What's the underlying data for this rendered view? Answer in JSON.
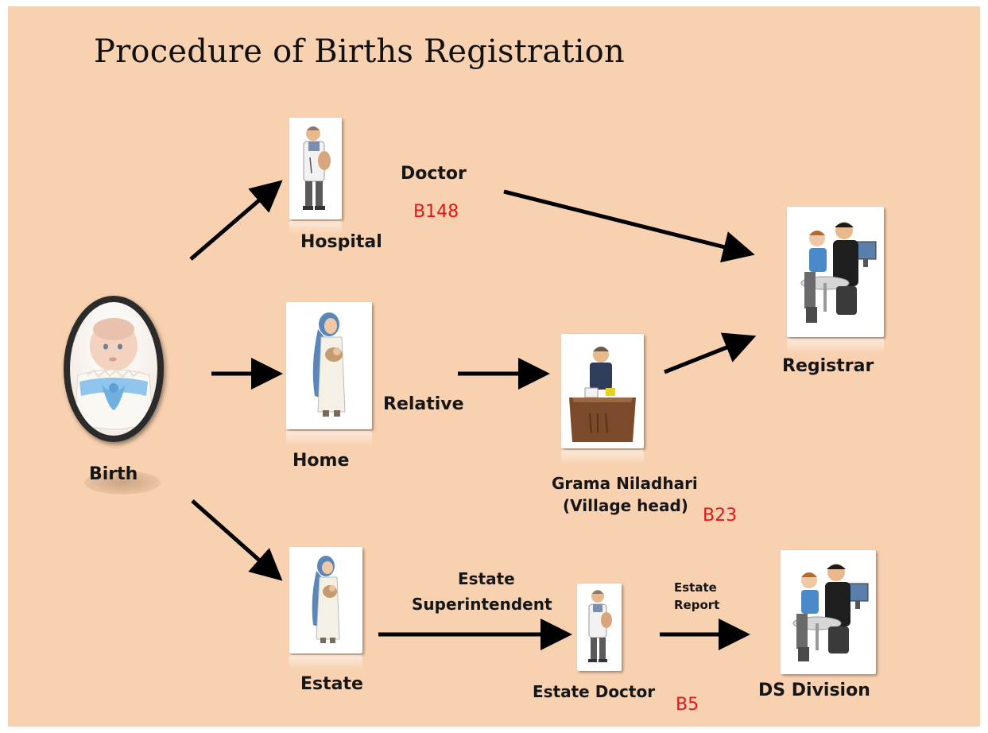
{
  "title": "Procedure of Births Registration",
  "nodes": {
    "birth": "Birth",
    "hospital": "Hospital",
    "home": "Home",
    "estate": "Estate",
    "grama_niladhari_line1": "Grama Niladhari",
    "grama_niladhari_line2": "(Village head)",
    "registrar": "Registrar",
    "estate_doctor": "Estate Doctor",
    "ds_division": "DS Division"
  },
  "edges": {
    "doctor": "Doctor",
    "relative": "Relative",
    "estate_superintendent_line1": "Estate",
    "estate_superintendent_line2": "Superintendent",
    "estate_report_line1": "Estate",
    "estate_report_line2": "Report"
  },
  "forms": {
    "hospital_form": "B148",
    "gn_form": "B23",
    "estate_form": "B5"
  },
  "colors": {
    "background": "#f8d1b0",
    "form_code": "#e8141a",
    "arrow": "#000000"
  },
  "icons": [
    "baby-in-egg-icon",
    "doctor-icon",
    "mother-with-baby-icon",
    "village-head-at-desk-icon",
    "registrar-meeting-icon"
  ]
}
